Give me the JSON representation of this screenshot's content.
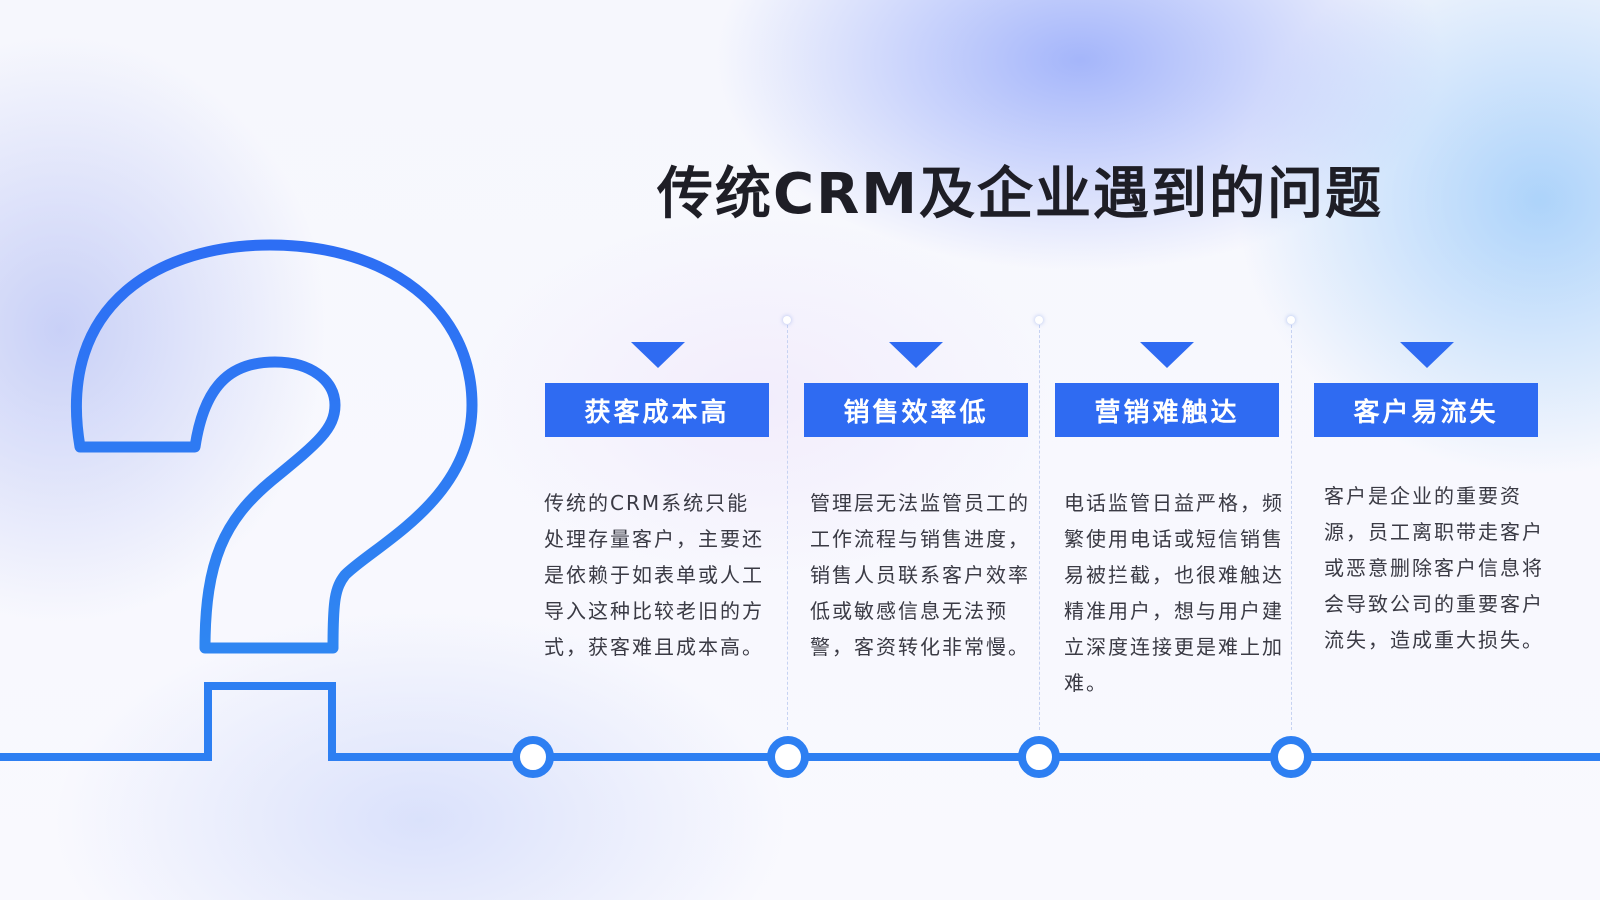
{
  "slide": {
    "title": "传统CRM及企业遇到的问题",
    "accent_color": "#2f6bf2",
    "decor_icon": "question-mark-outline-icon"
  },
  "cards": [
    {
      "label": "获客成本高",
      "text": "传统的CRM系统只能处理存量客户，主要还是依赖于如表单或人工导入这种比较老旧的方式，获客难且成本高。"
    },
    {
      "label": "销售效率低",
      "text": "管理层无法监管员工的工作流程与销售进度，销售人员联系客户效率低或敏感信息无法预警，客资转化非常慢。"
    },
    {
      "label": "营销难触达",
      "text": "电话监管日益严格，频繁使用电话或短信销售易被拦截，也很难触达精准用户，想与用户建立深度连接更是难上加难。"
    },
    {
      "label": "客户易流失",
      "text": "客户是企业的重要资源，员工离职带走客户或恶意删除客户信息将会导致公司的重要客户流失，造成重大损失。"
    }
  ]
}
